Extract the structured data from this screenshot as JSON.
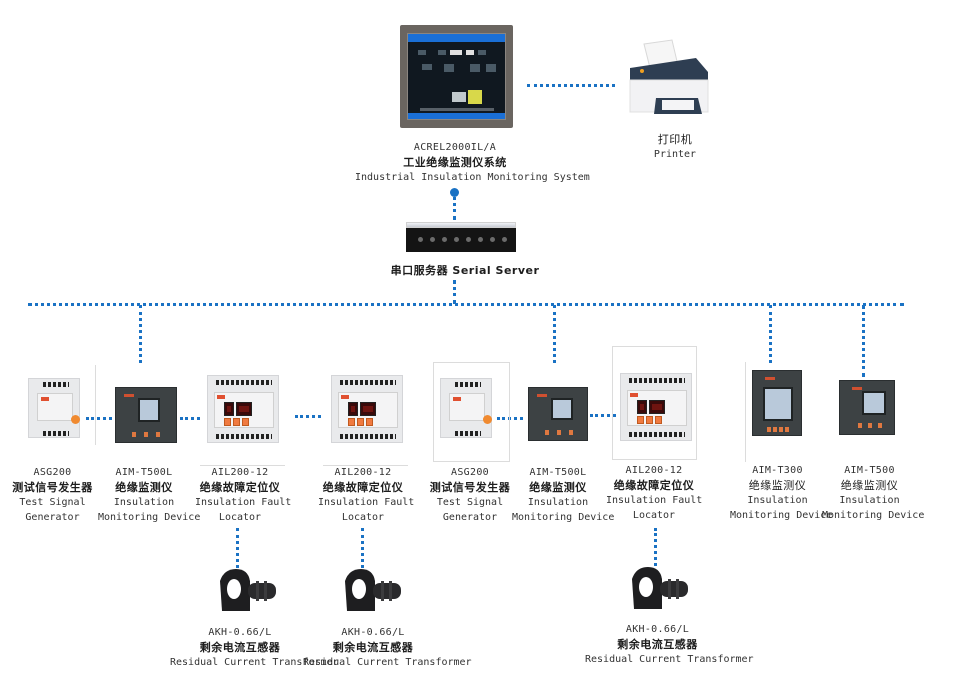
{
  "diagram": {
    "system": {
      "model": "ACREL2000IL/A",
      "name_cn": "工业绝缘监测仪系统",
      "name_en": "Industrial Insulation Monitoring System"
    },
    "printer": {
      "name_cn": "打印机",
      "name_en": "Printer"
    },
    "serial_server": {
      "label": "串口服务器  Serial Server"
    },
    "devices": [
      {
        "model": "ASG200",
        "name_cn": "测试信号发生器",
        "name_en_1": "Test Signal",
        "name_en_2": "Generator"
      },
      {
        "model": "AIM-T500L",
        "name_cn": "绝缘监测仪",
        "name_en_1": "Insulation",
        "name_en_2": "Monitoring Device"
      },
      {
        "model": "AIL200-12",
        "name_cn": "绝缘故障定位仪",
        "name_en_1": "Insulation Fault",
        "name_en_2": "Locator"
      },
      {
        "model": "AIL200-12",
        "name_cn": "绝缘故障定位仪",
        "name_en_1": "Insulation Fault",
        "name_en_2": "Locator"
      },
      {
        "model": "ASG200",
        "name_cn": "测试信号发生器",
        "name_en_1": "Test Signal",
        "name_en_2": "Generator"
      },
      {
        "model": "AIM-T500L",
        "name_cn": "绝缘监测仪",
        "name_en_1": "Insulation",
        "name_en_2": "Monitoring Device"
      },
      {
        "model": "AIL200-12",
        "name_cn": "绝缘故障定位仪",
        "name_en_1": "Insulation Fault",
        "name_en_2": "Locator"
      },
      {
        "model": "AIM-T300",
        "name_cn": "绝缘监测仪",
        "name_en_1": "Insulation",
        "name_en_2": "Monitoring Device"
      },
      {
        "model": "AIM-T500",
        "name_cn": "绝缘监测仪",
        "name_en_1": "Insulation",
        "name_en_2": "Monitoring Device"
      }
    ],
    "transformers": [
      {
        "model": "AKH-0.66/L",
        "name_cn": "剩余电流互感器",
        "name_en": "Residual Current Transformer"
      },
      {
        "model": "AKH-0.66/L",
        "name_cn": "剩余电流互感器",
        "name_en": "Residual Current Transformer"
      },
      {
        "model": "AKH-0.66/L",
        "name_cn": "剩余电流互感器",
        "name_en": "Residual Current Transformer"
      }
    ],
    "colors": {
      "link": "#1a72c4",
      "accent_orange": "#f07a40",
      "display_red": "#8a1a14"
    }
  }
}
